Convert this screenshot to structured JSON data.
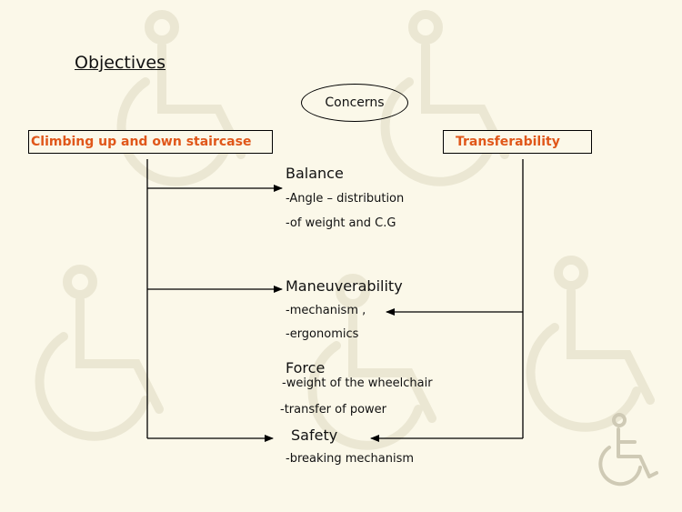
{
  "title": "Objectives",
  "concerns_label": "Concerns",
  "left_box": "Climbing up and own staircase",
  "right_box": "Transferability",
  "sections": {
    "balance": {
      "heading": "Balance",
      "items": [
        "-Angle – distribution",
        "-of weight and C.G"
      ]
    },
    "maneuverability": {
      "heading": "Maneuverability",
      "items": [
        "-mechanism ,",
        "-ergonomics"
      ]
    },
    "force": {
      "heading": "Force",
      "items": [
        "-weight of the wheelchair",
        "-transfer of power"
      ]
    },
    "safety": {
      "heading": "Safety",
      "items": [
        "-breaking mechanism"
      ]
    }
  },
  "colors": {
    "background": "#fbf8e9",
    "box_text": "#e0571a",
    "watermark": "#ece8d5"
  },
  "icons": [
    "wheelchair-icon"
  ]
}
